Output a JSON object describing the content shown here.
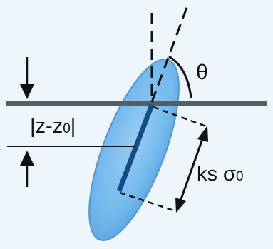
{
  "labels": {
    "theta": "θ",
    "offset": "|z-z",
    "offset_sub": "0",
    "offset_end": "|",
    "proj": "ks σ",
    "proj_sub": "0"
  },
  "colors": {
    "background": "#eef5fb",
    "ellipse_fill": "#67b3ec",
    "ellipse_edge": "#3e8fd0",
    "plane": "#585c63",
    "projection_line": "#174a86",
    "ink": "#111111"
  }
}
